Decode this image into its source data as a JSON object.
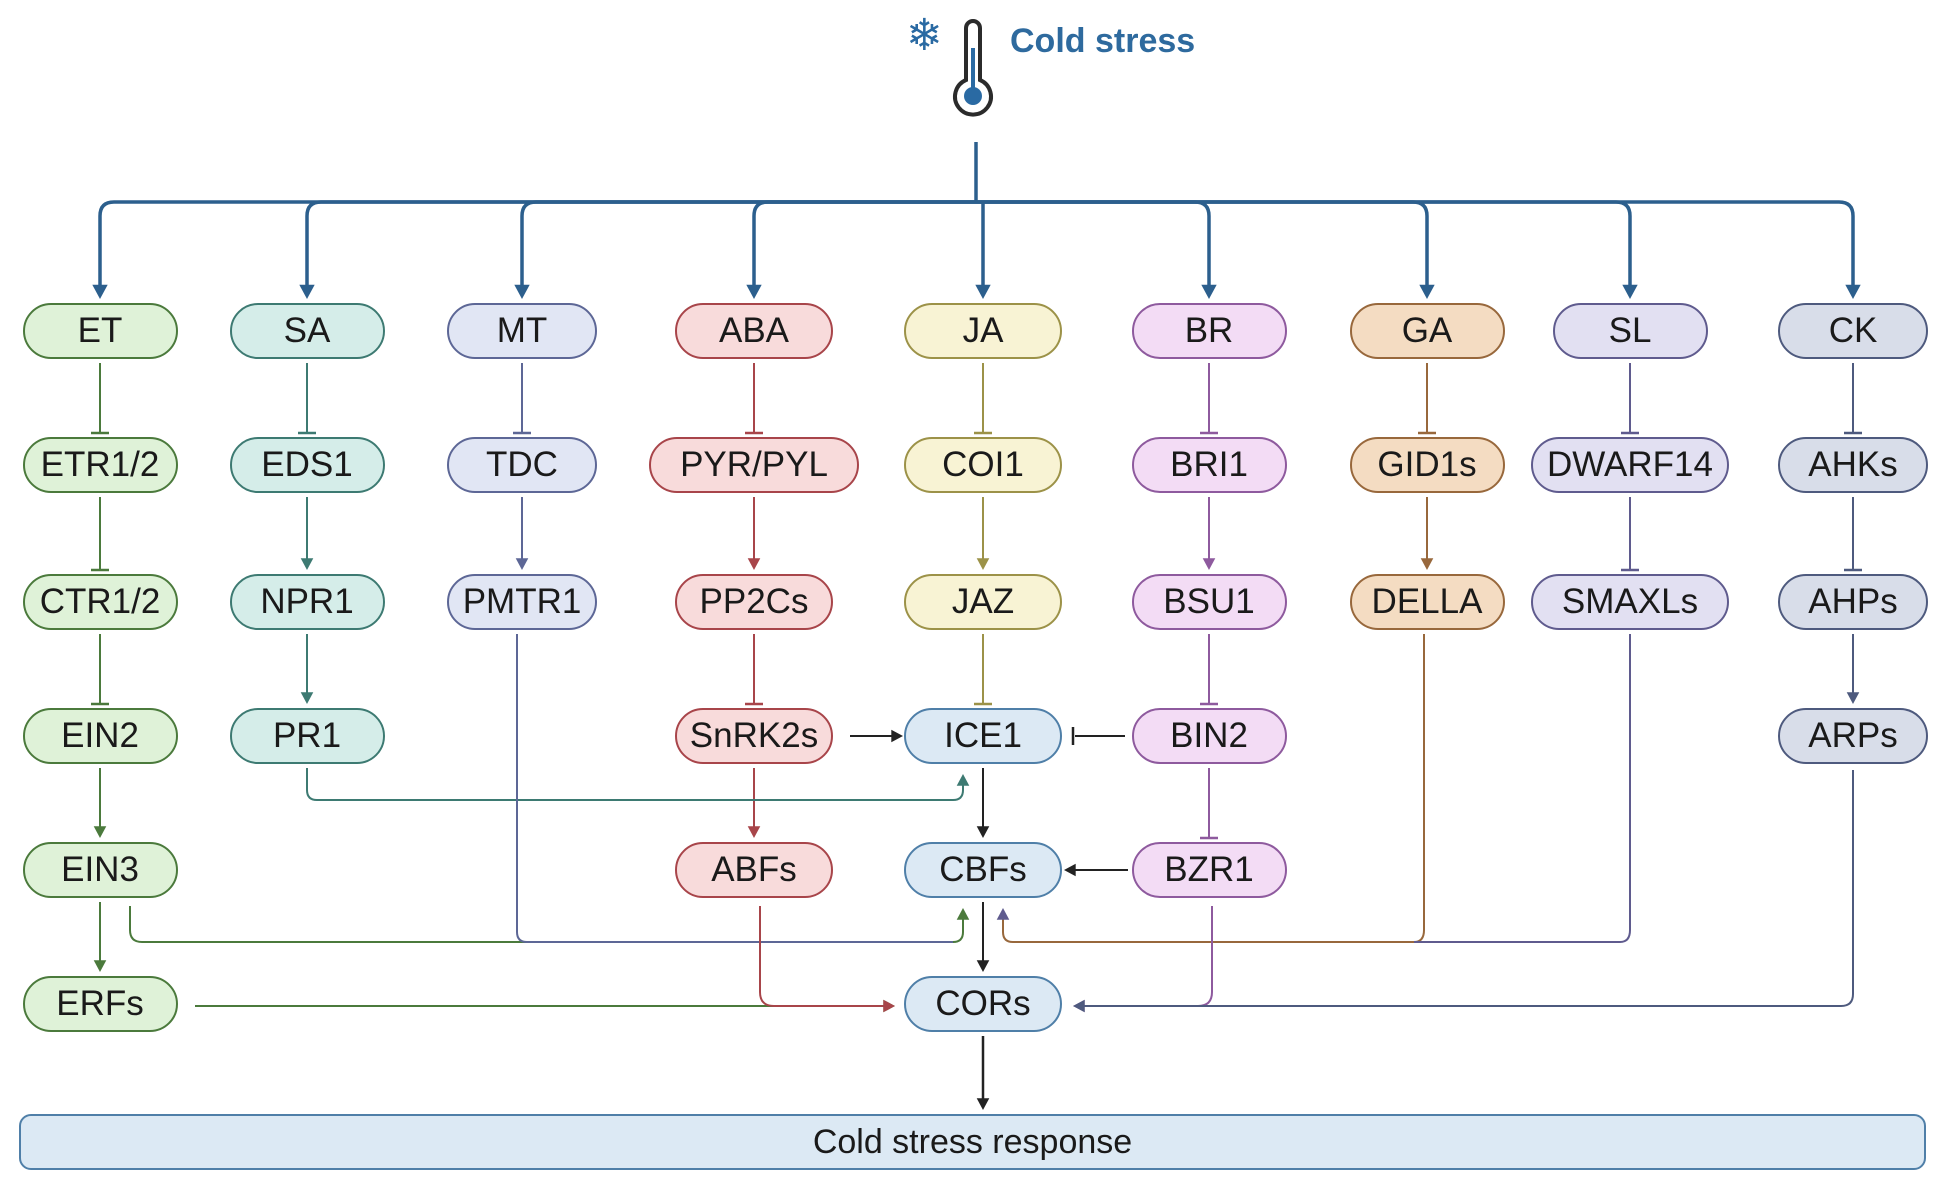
{
  "title": "Cold stress",
  "response_label": "Cold stress response",
  "icons": {
    "snowflake": "snowflake-icon",
    "thermometer": "thermometer-icon"
  },
  "pathways": [
    {
      "id": "et",
      "color": "#4b7a3c",
      "fill": "#dff2d8",
      "nodes": [
        "ET",
        "ETR1/2",
        "CTR1/2",
        "EIN2",
        "EIN3",
        "ERFs"
      ]
    },
    {
      "id": "sa",
      "color": "#3d7a72",
      "fill": "#d5ede9",
      "nodes": [
        "SA",
        "EDS1",
        "NPR1",
        "PR1"
      ]
    },
    {
      "id": "mt",
      "color": "#5d6796",
      "fill": "#e1e6f4",
      "nodes": [
        "MT",
        "TDC",
        "PMTR1"
      ]
    },
    {
      "id": "aba",
      "color": "#a8454a",
      "fill": "#f8dbdb",
      "nodes": [
        "ABA",
        "PYR/PYL",
        "PP2Cs",
        "SnRK2s",
        "ABFs"
      ]
    },
    {
      "id": "ja",
      "color": "#9c9248",
      "fill": "#f8f3d4",
      "nodes": [
        "JA",
        "COI1",
        "JAZ"
      ]
    },
    {
      "id": "br",
      "color": "#8e5a9e",
      "fill": "#f3dcf5",
      "nodes": [
        "BR",
        "BRI1",
        "BSU1",
        "BIN2",
        "BZR1"
      ]
    },
    {
      "id": "ga",
      "color": "#98683c",
      "fill": "#f4dcc2",
      "nodes": [
        "GA",
        "GID1s",
        "DELLA"
      ]
    },
    {
      "id": "sl",
      "color": "#5f5b8e",
      "fill": "#e2e0f2",
      "nodes": [
        "SL",
        "DWARF14",
        "SMAXLs"
      ]
    },
    {
      "id": "ck",
      "color": "#4e5a7e",
      "fill": "#d8dde9",
      "nodes": [
        "CK",
        "AHKs",
        "AHPs",
        "ARPs"
      ]
    }
  ],
  "core": {
    "color": "#4f7fa8",
    "fill": "#dce9f4",
    "nodes": [
      "ICE1",
      "CBFs",
      "CORs"
    ]
  },
  "colors": {
    "trunk": "#2c5f8d",
    "core_arrow": "#222222"
  }
}
